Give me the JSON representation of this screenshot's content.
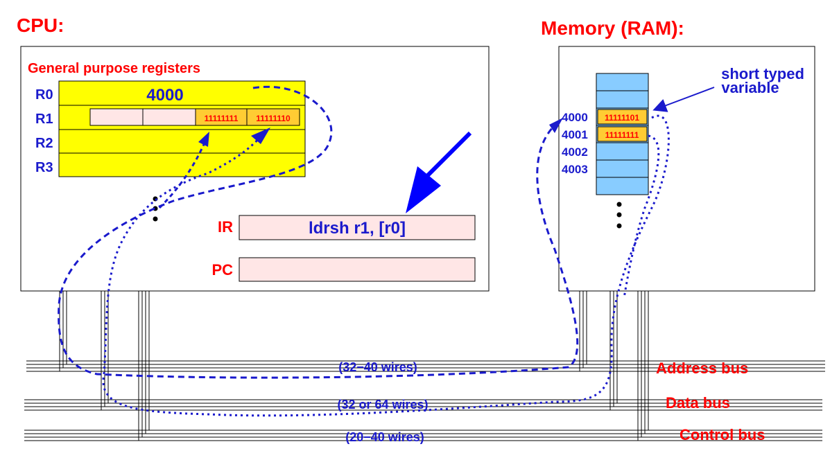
{
  "cpu": {
    "title": "CPU:",
    "gpr_title": "General purpose registers",
    "registers": [
      {
        "name": "R0",
        "value": "4000"
      },
      {
        "name": "R1",
        "bytes": [
          "",
          "",
          "11111111",
          "11111110"
        ]
      },
      {
        "name": "R2"
      },
      {
        "name": "R3"
      }
    ],
    "ir_label": "IR",
    "ir_value": "ldrsh  r1, [r0]",
    "pc_label": "PC",
    "pc_value": ""
  },
  "memory": {
    "title": "Memory (RAM):",
    "annotation_line1": "short typed",
    "annotation_line2": "variable",
    "cells": [
      {
        "address": "",
        "value": ""
      },
      {
        "address": "",
        "value": ""
      },
      {
        "address": "4000",
        "value": "11111101"
      },
      {
        "address": "4001",
        "value": "11111111"
      },
      {
        "address": "4002",
        "value": ""
      },
      {
        "address": "4003",
        "value": ""
      },
      {
        "address": "",
        "value": ""
      }
    ]
  },
  "buses": [
    {
      "name": "Address bus",
      "wires": "(32−40 wires)"
    },
    {
      "name": "Data bus",
      "wires": "(32 or 64 wires)"
    },
    {
      "name": "Control bus",
      "wires": "(20−40 wires)"
    }
  ],
  "colors": {
    "register_fill": "#ffff00",
    "byte_fill": "#ffe6e6",
    "highlight_fill": "#ffcc33",
    "memory_fill": "#88ccff",
    "label_red": "#ff0000",
    "label_blue": "#1a1acc"
  }
}
